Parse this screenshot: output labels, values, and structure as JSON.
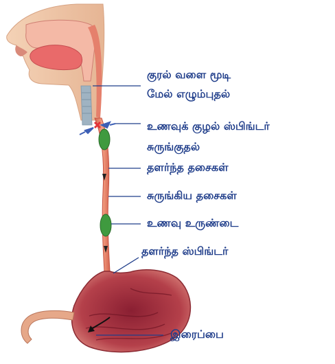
{
  "labels": {
    "epiglottis": "குரல் வளை மூடி\nமேல் எழும்புதல்",
    "sphincter_contracts": "உணவுக் குழல் ஸ்பிங்டர்\nசுருங்குதல்",
    "relaxed_muscles": "தளர்ந்த தசைகள்",
    "contracted_muscles": "சுருங்கிய தசைகள்",
    "food_bolus": "உணவு உருண்டை",
    "relaxed_sphincter": "தளர்ந்த ஸ்பிங்டர்",
    "stomach": "இரைப்பை"
  },
  "colors": {
    "label_text": "#1f3d8a",
    "leader_line": "#1f3d8a",
    "skin": "#f2c9a8",
    "tissue": "#e87a6a",
    "bolus": "#3f9a3f",
    "stomach": "#b8434a",
    "arrow_blue": "#3d5fb5"
  }
}
